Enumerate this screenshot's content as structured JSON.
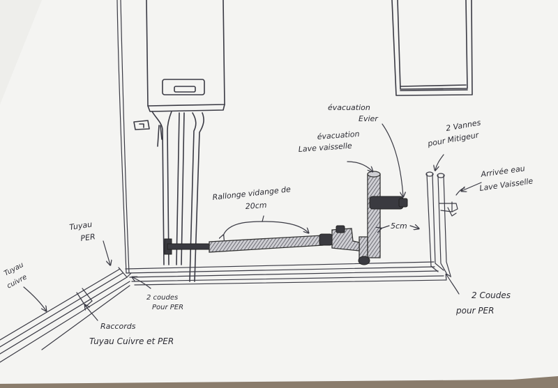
{
  "colors": {
    "paper": "#f3f3f1",
    "ink": "#3a3a44",
    "table": "#8a7c6c"
  },
  "labels": {
    "evacuation_evier": [
      "évacuation",
      "Evier"
    ],
    "evacuation_lave_vaisselle": [
      "évacuation",
      "Lave vaisselle"
    ],
    "vannes_mitigeur": [
      "2 Vannes",
      "pour Mitigeur"
    ],
    "arrivee_eau": [
      "Arrivée eau",
      "Lave Vaisselle"
    ],
    "rallonge": [
      "Rallonge vidange de",
      "20cm"
    ],
    "five_cm": "5cm",
    "tuyau_per": [
      "Tuyau",
      "PER"
    ],
    "tuyau_cuivre": [
      "Tuyau",
      "cuivre"
    ],
    "coudes_per_left": [
      "2 coudes",
      "Pour PER"
    ],
    "coudes_per_right": [
      "2 Coudes",
      "pour PER"
    ],
    "raccords": [
      "Raccords",
      "Tuyau Cuivre et PER"
    ]
  }
}
